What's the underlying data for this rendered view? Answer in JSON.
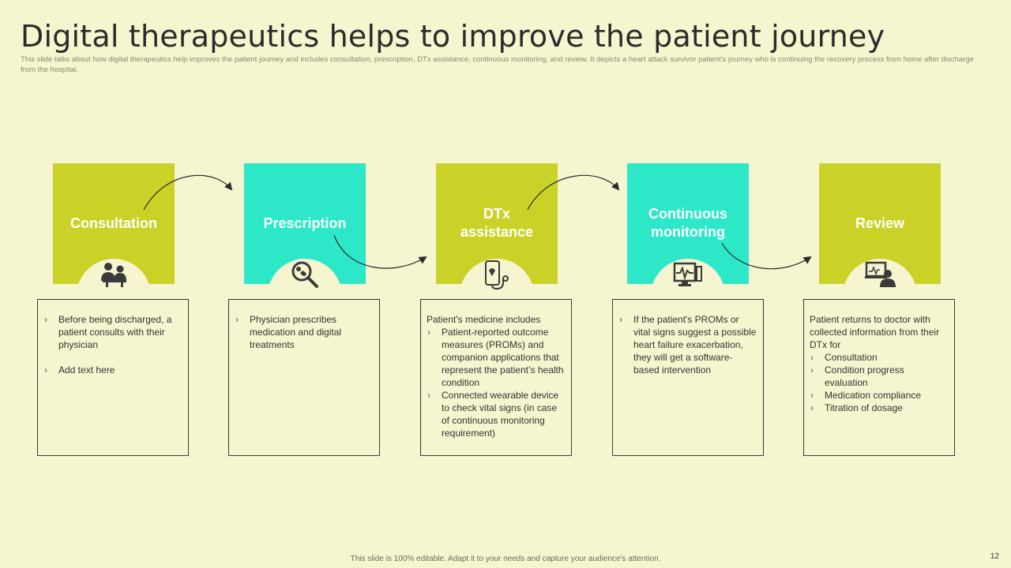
{
  "header": {
    "title": "Digital therapeutics helps to improve the patient journey",
    "subtitle": "This slide talks about how digital therapeutics help improves the patient journey and includes consultation, prescription, DTx assistance, continuous monitoring, and review. It depicts a heart attack survivor patient's journey who is continuing the recovery process from home after discharge from the hospital."
  },
  "colors": {
    "green": "#cad228",
    "cyan": "#2ce8c8",
    "background": "#f5f5d0",
    "icon": "#3a3a3a"
  },
  "stages": [
    {
      "label_lines": [
        "Consultation"
      ],
      "icon": "people-meeting-icon",
      "bullets": [
        "Before being discharged, a patient consults with their physician",
        "Add text here"
      ]
    },
    {
      "label_lines": [
        "Prescription"
      ],
      "icon": "prescription-magnifier-icon",
      "bullets": [
        "Physician prescribes medication and digital treatments"
      ]
    },
    {
      "label_lines": [
        "DTx",
        "assistance"
      ],
      "icon": "stethoscope-phone-icon",
      "lead": "Patient's medicine includes",
      "bullets": [
        "Patient-reported outcome measures (PROMs) and companion applications that represent the patient’s health condition",
        "Connected wearable device to check vital signs (in case of continuous monitoring requirement)"
      ]
    },
    {
      "label_lines": [
        "Continuous",
        "monitoring"
      ],
      "icon": "heart-monitor-icon",
      "bullets": [
        "If the patient's PROMs or vital signs suggest a possible heart failure exacerbation, they will get a software-based intervention"
      ]
    },
    {
      "label_lines": [
        "Review"
      ],
      "icon": "doctor-computer-icon",
      "lead": "Patient returns to doctor with collected information from their DTx for",
      "bullets": [
        "Consultation",
        "Condition progress evaluation",
        "Medication compliance",
        "Titration of dosage"
      ]
    }
  ],
  "footer": {
    "note": "This slide is 100% editable. Adapt it to your needs and capture your audience's attention.",
    "page_number": "12"
  }
}
